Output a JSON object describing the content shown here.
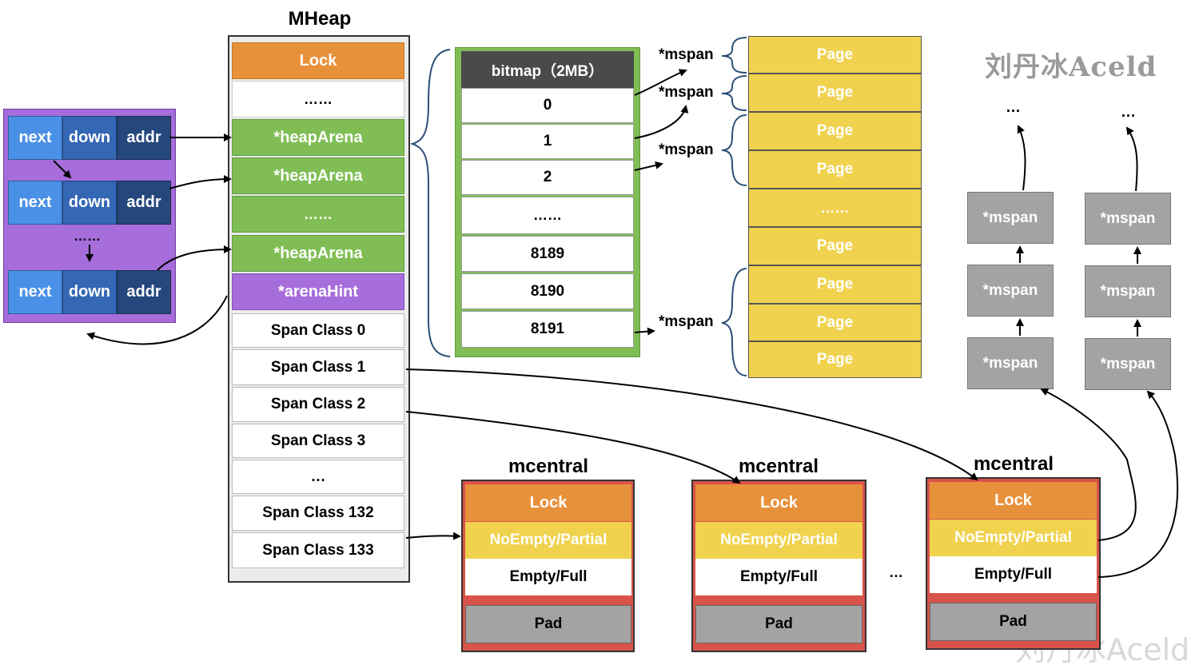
{
  "colors": {
    "orange": "#E8913B",
    "green": "#80BE55",
    "purple": "#A66DDB",
    "blue_light": "#4A90E6",
    "blue_mid": "#3467B4",
    "blue_dark": "#25477C",
    "yellow": "#F0D24E",
    "gray": "#A3A3A3",
    "dark": "#4A4A4A",
    "red": "#D9534A"
  },
  "mheap": {
    "title": "MHeap",
    "lock": "Lock",
    "dots1": "……",
    "arena1": "*heapArena",
    "arena2": "*heapArena",
    "dots2": "……",
    "arena3": "*heapArena",
    "hint": "*arenaHint",
    "span_classes": [
      "Span Class 0",
      "Span Class 1",
      "Span Class 2",
      "Span Class 3",
      "…",
      "Span Class 132",
      "Span Class 133"
    ]
  },
  "hint_list": {
    "rows": [
      {
        "next": "next",
        "down": "down",
        "addr": "addr"
      },
      {
        "next": "next",
        "down": "down",
        "addr": "addr"
      },
      {
        "next": "next",
        "down": "down",
        "addr": "addr"
      }
    ],
    "dots": "……"
  },
  "bitmap": {
    "header": "bitmap（2MB）",
    "cells": [
      "0",
      "1",
      "2",
      "……",
      "8189",
      "8190",
      "8191"
    ]
  },
  "pages": [
    "Page",
    "Page",
    "Page",
    "Page",
    "……",
    "Page",
    "Page",
    "Page",
    "Page"
  ],
  "mspan_labels": [
    "*mspan",
    "*mspan",
    "*mspan",
    "*mspan"
  ],
  "watermark": "刘丹冰Aceld",
  "watermark_bottom": "刘丹冰Aceld",
  "gray_columns": {
    "col1": {
      "dots": "…",
      "items": [
        "*mspan",
        "*mspan",
        "*mspan"
      ]
    },
    "col2": {
      "dots": "…",
      "items": [
        "*mspan",
        "*mspan",
        "*mspan"
      ]
    }
  },
  "mcentrals": [
    {
      "title": "mcentral",
      "lock": "Lock",
      "nonempty": "NoEmpty/Partial",
      "empty": "Empty/Full",
      "pad": "Pad"
    },
    {
      "title": "mcentral",
      "lock": "Lock",
      "nonempty": "NoEmpty/Partial",
      "empty": "Empty/Full",
      "pad": "Pad"
    },
    {
      "title": "mcentral",
      "lock": "Lock",
      "nonempty": "NoEmpty/Partial",
      "empty": "Empty/Full",
      "pad": "Pad"
    }
  ],
  "mcentral_dots": "…"
}
